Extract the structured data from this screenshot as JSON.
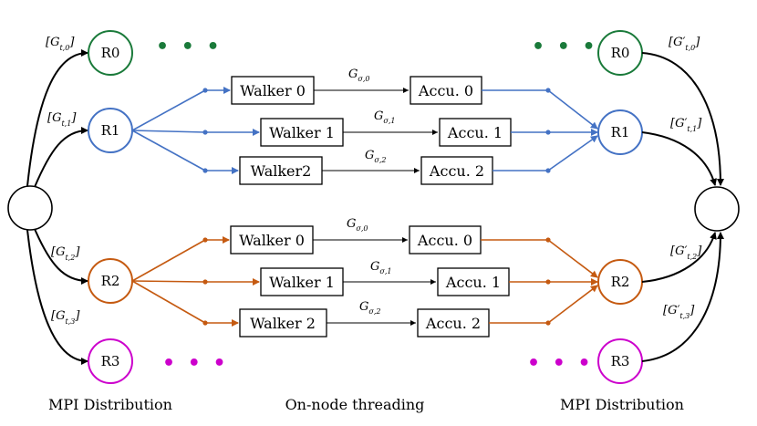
{
  "colors": {
    "r0": "#1a7a3a",
    "r1": "#4472c4",
    "r2": "#c55a11",
    "r3": "#cc00cc",
    "line": "#000000"
  },
  "ranks": {
    "left": {
      "r0": "R0",
      "r1": "R1",
      "r2": "R2",
      "r3": "R3"
    },
    "right": {
      "r0": "R0",
      "r1": "R1",
      "r2": "R2",
      "r3": "R3"
    }
  },
  "ellipsis": "• • •",
  "left_labels": {
    "g0": {
      "main": "[G",
      "sub": "t,0",
      "close": "]"
    },
    "g1": {
      "main": "[G",
      "sub": "t,1",
      "close": "]"
    },
    "g2": {
      "main": "[G",
      "sub": "t,2",
      "close": "]"
    },
    "g3": {
      "main": "[G",
      "sub": "t,3",
      "close": "]"
    }
  },
  "right_labels": {
    "g0": {
      "main": "[G′",
      "sub": "t,0",
      "close": "]"
    },
    "g1": {
      "main": "[G′",
      "sub": "t,1",
      "close": "]"
    },
    "g2": {
      "main": "[G′",
      "sub": "t,2",
      "close": "]"
    },
    "g3": {
      "main": "[G′",
      "sub": "t,3",
      "close": "]"
    }
  },
  "group_r1": {
    "walkers": [
      "Walker 0",
      "Walker 1",
      "Walker2"
    ],
    "accus": [
      "Accu. 0",
      "Accu. 1",
      "Accu. 2"
    ],
    "edges": [
      {
        "main": "G",
        "sub": "σ,0"
      },
      {
        "main": "G",
        "sub": "σ,1"
      },
      {
        "main": "G",
        "sub": "σ,2"
      }
    ]
  },
  "group_r2": {
    "walkers": [
      "Walker 0",
      "Walker 1",
      "Walker 2"
    ],
    "accus": [
      "Accu. 0",
      "Accu. 1",
      "Accu. 2"
    ],
    "edges": [
      {
        "main": "G",
        "sub": "σ,0"
      },
      {
        "main": "G",
        "sub": "σ,1"
      },
      {
        "main": "G",
        "sub": "σ,2"
      }
    ]
  },
  "captions": {
    "left": "MPI Distribution",
    "center": "On-node threading",
    "right": "MPI Distribution"
  }
}
